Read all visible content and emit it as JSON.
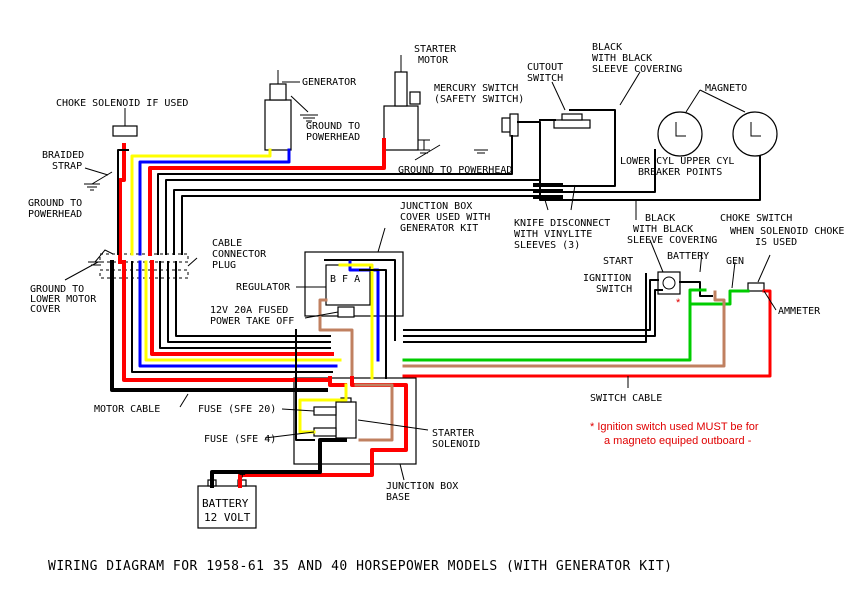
{
  "title": "WIRING DIAGRAM FOR 1958-61 35 AND 40 HORSEPOWER MODELS  (WITH GENERATOR KIT)",
  "labels": {
    "choke_solenoid": "CHOKE SOLENOID IF USED",
    "braided_strap_1": "BRAIDED",
    "braided_strap_2": "STRAP",
    "ground_powerhead_left_1": "GROUND TO",
    "ground_powerhead_left_2": "POWERHEAD",
    "ground_lower_motor_1": "GROUND TO",
    "ground_lower_motor_2": "LOWER MOTOR",
    "ground_lower_motor_3": "COVER",
    "generator": "GENERATOR",
    "ground_powerhead_gen_1": "GROUND TO",
    "ground_powerhead_gen_2": "POWERHEAD",
    "starter_motor_1": "STARTER",
    "starter_motor_2": "MOTOR",
    "mercury_switch_1": "MERCURY SWITCH",
    "mercury_switch_2": "(SAFETY SWITCH)",
    "ground_powerhead_starter": "GROUND TO POWERHEAD",
    "cutout_switch_1": "CUTOUT",
    "cutout_switch_2": "SWITCH",
    "black_sleeve_top_1": "BLACK",
    "black_sleeve_top_2": "WITH BLACK",
    "black_sleeve_top_3": "SLEEVE COVERING",
    "magneto": "MAGNETO",
    "breaker_points_1": "LOWER CYL  UPPER CYL",
    "breaker_points_2": "BREAKER POINTS",
    "knife_disconnect_1": "KNIFE DISCONNECT",
    "knife_disconnect_2": "WITH VINYLITE",
    "knife_disconnect_3": "SLEEVES (3)",
    "junction_cover_1": "JUNCTION BOX",
    "junction_cover_2": "COVER USED WITH",
    "junction_cover_3": "GENERATOR KIT",
    "cable_connector_1": "CABLE",
    "cable_connector_2": "CONNECTOR",
    "cable_connector_3": "PLUG",
    "regulator": "REGULATOR",
    "regulator_terminals": "B F A",
    "power_takeoff_1": "12V 20A FUSED",
    "power_takeoff_2": "POWER TAKE OFF",
    "black_sleeve_right_1": "BLACK",
    "black_sleeve_right_2": "WITH BLACK",
    "black_sleeve_right_3": "SLEEVE COVERING",
    "choke_switch_1": "CHOKE SWITCH",
    "choke_switch_2": "WHEN SOLENOID CHOKE",
    "choke_switch_3": "IS USED",
    "start": "START",
    "battery_terminal": "BATTERY",
    "gen_terminal": "GEN",
    "ignition_switch_1": "IGNITION",
    "ignition_switch_2": "SWITCH",
    "ammeter": "AMMETER",
    "motor_cable": "MOTOR CABLE",
    "fuse_sfe20": "FUSE (SFE 20)",
    "fuse_sfe4": "FUSE (SFE 4)",
    "starter_solenoid_1": "STARTER",
    "starter_solenoid_2": "SOLENOID",
    "switch_cable": "SWITCH CABLE",
    "junction_base_1": "JUNCTION BOX",
    "junction_base_2": "BASE",
    "battery_1": "BATTERY",
    "battery_2": "12 VOLT",
    "battery_neg": "-",
    "battery_pos": "+",
    "note_1": "* Ignition switch used MUST be for",
    "note_2": "a magneto equiped outboard -",
    "asterisk": "*"
  },
  "colors": {
    "black": "#000000",
    "red": "#ff0000",
    "blue": "#0000ff",
    "yellow": "#ffff00",
    "green": "#00cc00",
    "brown": "#c08060",
    "note_red": "#e00000"
  }
}
